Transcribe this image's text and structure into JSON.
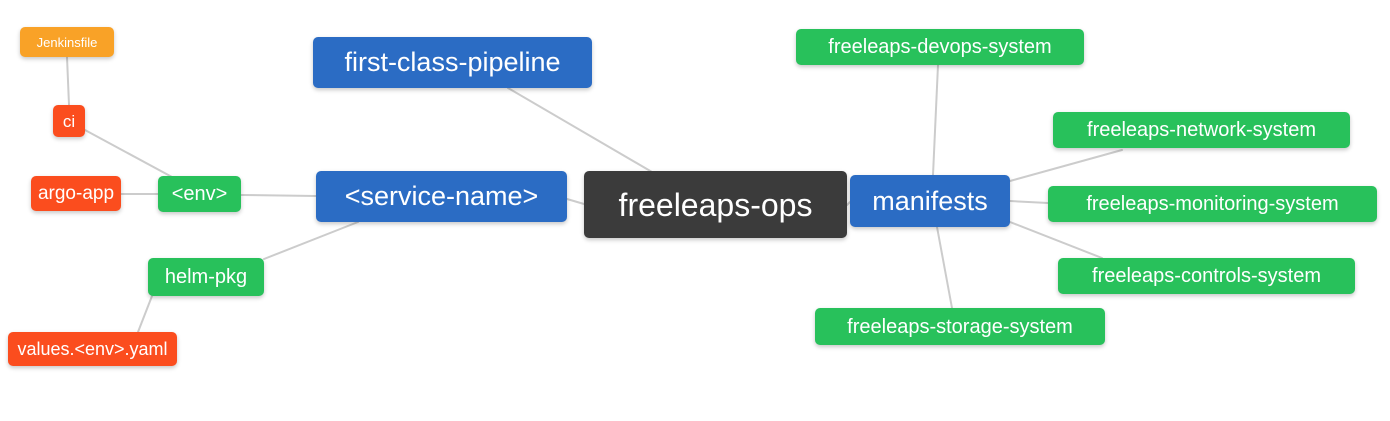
{
  "mindmap": {
    "title": "freeleaps-ops mind map",
    "palette": {
      "root_bg": "#3b3b3b",
      "level2_bg": "#2b6cc4",
      "level3_bg": "#28c15b",
      "level4_bg": "#fb4d1e",
      "level5_bg": "#f9a227",
      "node_text": "#ffffff",
      "edge_line": "#cccccc",
      "background": "#ffffff"
    },
    "nodes": {
      "root": {
        "label": "freeleaps-ops",
        "level": 1,
        "color": "#3b3b3b"
      },
      "first_class_pipeline": {
        "label": "first-class-pipeline",
        "level": 2,
        "color": "#2b6cc4"
      },
      "service_name": {
        "label": "<service-name>",
        "level": 2,
        "color": "#2b6cc4"
      },
      "manifests": {
        "label": "manifests",
        "level": 2,
        "color": "#2b6cc4"
      },
      "env": {
        "label": "<env>",
        "level": 3,
        "color": "#28c15b"
      },
      "helm_pkg": {
        "label": "helm-pkg",
        "level": 3,
        "color": "#28c15b"
      },
      "ci": {
        "label": "ci",
        "level": 4,
        "color": "#fb4d1e"
      },
      "argo_app": {
        "label": "argo-app",
        "level": 4,
        "color": "#fb4d1e"
      },
      "values_env_yaml": {
        "label": "values.<env>.yaml",
        "level": 4,
        "color": "#fb4d1e"
      },
      "jenkinsfile": {
        "label": "Jenkinsfile",
        "level": 5,
        "color": "#f9a227"
      },
      "devops_system": {
        "label": "freeleaps-devops-system",
        "level": 3,
        "color": "#28c15b"
      },
      "network_system": {
        "label": "freeleaps-network-system",
        "level": 3,
        "color": "#28c15b"
      },
      "monitoring_system": {
        "label": "freeleaps-monitoring-system",
        "level": 3,
        "color": "#28c15b"
      },
      "controls_system": {
        "label": "freeleaps-controls-system",
        "level": 3,
        "color": "#28c15b"
      },
      "storage_system": {
        "label": "freeleaps-storage-system",
        "level": 3,
        "color": "#28c15b"
      }
    },
    "edges": [
      {
        "from": "root",
        "to": "first_class_pipeline"
      },
      {
        "from": "root",
        "to": "service_name"
      },
      {
        "from": "root",
        "to": "manifests"
      },
      {
        "from": "service_name",
        "to": "env"
      },
      {
        "from": "service_name",
        "to": "helm_pkg"
      },
      {
        "from": "env",
        "to": "ci"
      },
      {
        "from": "env",
        "to": "argo_app"
      },
      {
        "from": "ci",
        "to": "jenkinsfile"
      },
      {
        "from": "helm_pkg",
        "to": "values_env_yaml"
      },
      {
        "from": "manifests",
        "to": "devops_system"
      },
      {
        "from": "manifests",
        "to": "network_system"
      },
      {
        "from": "manifests",
        "to": "monitoring_system"
      },
      {
        "from": "manifests",
        "to": "controls_system"
      },
      {
        "from": "manifests",
        "to": "storage_system"
      }
    ]
  }
}
